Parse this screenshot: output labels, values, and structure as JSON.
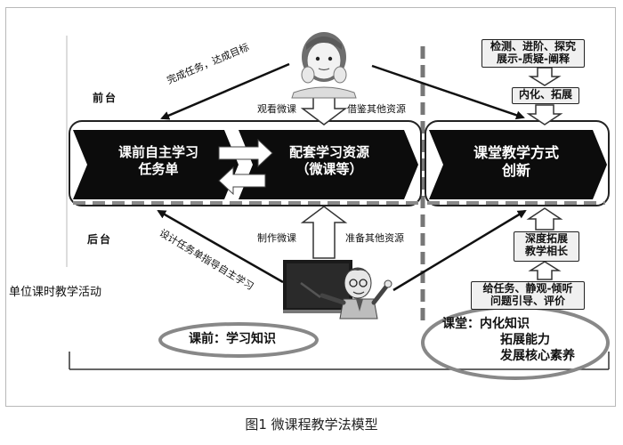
{
  "front_stage_label": "前台",
  "back_stage_label": "后台",
  "unit_label": "单位课时教学活动",
  "panels": {
    "pre_class": {
      "line1": "课前自主学习",
      "line2": "任务单"
    },
    "resources": {
      "line1": "配套学习资源",
      "line2": "（微课等）"
    },
    "classroom": {
      "line1": "课堂教学方式",
      "line2": "创新"
    }
  },
  "arrow_labels": {
    "complete_tasks": "完成任务，达成目标",
    "watch_micro": "观看微课",
    "refer_other": "借鉴其他资源",
    "make_micro": "制作微课",
    "prepare_other": "准备其他资源",
    "design_task": "设计任务单指导自主学习"
  },
  "right_boxes": {
    "top": {
      "line1": "检测、进阶、探究",
      "line2": "展示-质疑-阐释"
    },
    "internalize": "内化、拓展",
    "deep": {
      "line1": "深度拓展",
      "line2": "教学相长"
    },
    "bottom": {
      "line1": "给任务、静观-倾听",
      "line2": "问题引导、评价"
    }
  },
  "ovals": {
    "pre": "课前：学习知识",
    "class": {
      "line1": "课堂：内化知识",
      "line2": "拓展能力",
      "line3": "发展核心素养"
    }
  },
  "caption": "图1  微课程教学法模型"
}
